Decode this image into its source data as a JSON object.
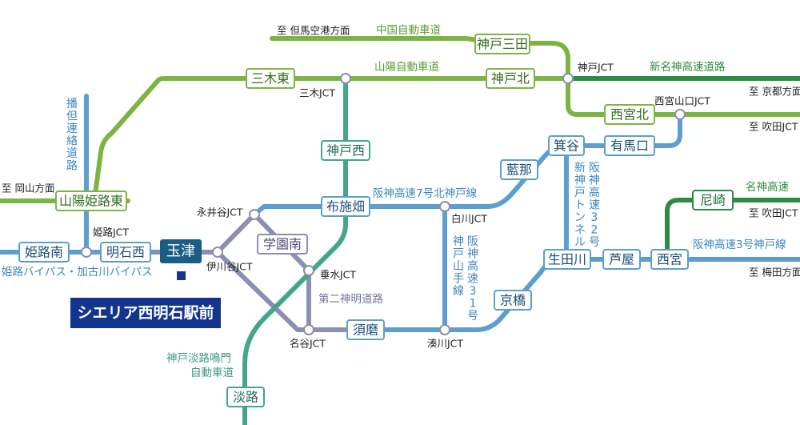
{
  "colors": {
    "green": "#7cb342",
    "dark_green": "#2e8b43",
    "teal": "#45a58a",
    "blue": "#5c9fcf",
    "purple": "#8b8fb3",
    "station_fill": "#1a5e85",
    "property_fill": "#13358d"
  },
  "route_labels": {
    "chugoku": "中国自動車道",
    "sanyo": "山陽自動車道",
    "shinmeishin": "新名神高速道路",
    "hanshin7": "阪神高速7号北神戸線",
    "daini_shinmei": "第二神明道路",
    "meishin": "名神高速",
    "hanshin3": "阪神高速3号神戸線",
    "himeji_bypass": "姫路バイパス・加古川バイパス",
    "bantan": "播但連絡道路",
    "hanshin32": "阪神高速32号",
    "shinkobe_tunnel": "新神戸トンネル",
    "hanshin31": "阪神高速31号",
    "kobe_yamate": "神戸山手線",
    "awaji_1": "神戸淡路鳴門",
    "awaji_2": "自動車道"
  },
  "destinations": {
    "tajima": "至 但馬空港方面",
    "kyoto": "至 京都方面",
    "suita1": "至 吹田JCT",
    "okayama": "至 岡山方面",
    "suita2": "至 吹田JCT",
    "umeda": "至 梅田方面"
  },
  "stations": {
    "kobe_sanda": "神戸三田",
    "miki_higashi": "三木東",
    "kobe_kita": "神戸北",
    "nishinomiya_kita": "西宮北",
    "minoo": "箕谷",
    "arima": "有馬口",
    "aina": "藍那",
    "kobe_nishi": "神戸西",
    "sanyo_himeji_higashi": "山陽姫路東",
    "fusehata": "布施畑",
    "gakuen_minami": "学園南",
    "himeji_minami": "姫路南",
    "akashi_nishi": "明石西",
    "tamatsu": "玉津",
    "amagasaki": "尼崎",
    "ikutagawa": "生田川",
    "ashiya": "芦屋",
    "nishinomiya": "西宮",
    "kyobashi": "京橋",
    "suma": "須磨",
    "awaji": "淡路"
  },
  "junctions": {
    "kobe_jct": "神戸JCT",
    "miki_jct": "三木JCT",
    "nishinomiya_yamaguchi_jct": "西宮山口JCT",
    "nagaidani_jct": "永井谷JCT",
    "shirakawa_jct": "白川JCT",
    "himeji_jct": "姫路JCT",
    "ikawadani_jct": "伊川谷JCT",
    "tarumi_jct": "垂水JCT",
    "nadani_jct": "名谷JCT",
    "minatogawa_jct": "湊川JCT"
  },
  "property": {
    "name": "シエリア西明石駅前"
  }
}
